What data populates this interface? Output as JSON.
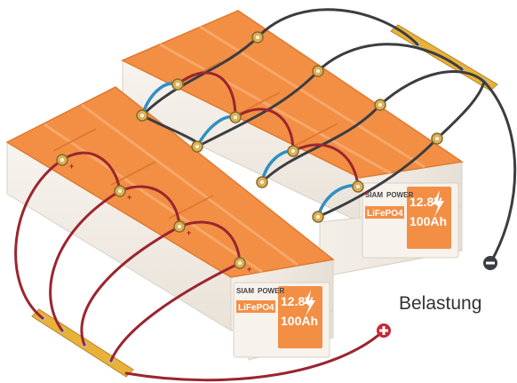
{
  "caption": {
    "load_label": "Belastung"
  },
  "terminal_signs": {
    "positive": "+",
    "negative": "−"
  },
  "battery_label": {
    "chemistry": "LiFePO4",
    "voltage": "12.8V",
    "capacity": "100Ah",
    "brand_left": "SIAM",
    "brand_right": "POWER"
  },
  "colors": {
    "battery_top": "#f28f45",
    "battery_top_light": "#f6a05a",
    "battery_side": "#f3eee8",
    "battery_side_shadow": "#e4ddd4",
    "red_cable": "#9b2530",
    "black_cable": "#3b3d42",
    "blue_jumper": "#2f8fc2",
    "busbar": "#e8b23a",
    "positive_marker": "#c62832",
    "negative_marker": "#3b3d42"
  },
  "icons": {
    "positive_end": "plus-circle-icon",
    "negative_end": "minus-circle-icon",
    "charge_symbol": "lightning-icon"
  }
}
